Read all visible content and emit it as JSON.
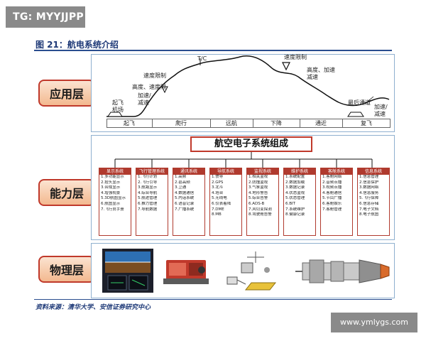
{
  "badge": "TG: MYYJJPP",
  "figure_title": "图 21：航电系统介绍",
  "layers": [
    "应用层",
    "能力层",
    "物理层"
  ],
  "flight_profile": {
    "phases": [
      "起飞",
      "爬行",
      "远航",
      "下降",
      "通近",
      "复飞"
    ],
    "annotations": {
      "takeoff_airport": "起飞\n机场",
      "speed_limit_left": "速度限制",
      "altitude_speed": "高度、速度限",
      "accel_left": "加速/\n减速",
      "tc": "T/C",
      "speed_limit_right": "速度限制",
      "altitude_accel": "高度、加速\n减速",
      "shortest_channel": "最后通道",
      "accel_right": "加速/\n减速"
    }
  },
  "root_box": "航空电子系统组成",
  "subsystems": [
    {
      "title": "显示系统",
      "items": [
        "1.多功能显示",
        "2.抬头显示",
        "3.合成显示",
        "4.增强视景",
        "5.3D航图显示",
        "6.航图显示",
        "7.飞行员手册"
      ]
    },
    {
      "title": "飞行管理系统",
      "items": [
        "1.飞行计划",
        "2.飞行引导",
        "3.航路显示",
        "4.综合导航",
        "5.航迹管理",
        "6.推力管理",
        "7.导航数据"
      ]
    },
    {
      "title": "通讯系统",
      "items": [
        "1.高频",
        "2.甚高频",
        "3.卫通",
        "4.数据通信",
        "5.内话系统",
        "6.语音记录",
        "7.广播系统"
      ]
    },
    {
      "title": "导航系统",
      "items": [
        "1.惯导",
        "2.GPS",
        "3.北斗",
        "4.塔台",
        "5.无线电",
        "6.仪表着陆",
        "7.DME",
        "8.MB"
      ]
    },
    {
      "title": "监视系统",
      "items": [
        "1.相关监视",
        "2.防撞监视",
        "3.气象监视",
        "4.地形警告",
        "5.综合告警",
        "6.ADS-B",
        "7.风切变探测",
        "8.驾驶舱告警"
      ]
    },
    {
      "title": "维护系统",
      "items": [
        "1.系统配置",
        "2.数据加载",
        "3.数据记录",
        "4.状态监视",
        "5.状态管理",
        "6.BIT",
        "7.系统维护",
        "8.健康记录"
      ]
    },
    {
      "title": "客舱系统",
      "items": [
        "1.客舱网络",
        "2.音频点播",
        "3.视频点播",
        "4.客舱通信",
        "5.节目广播",
        "6.客舱娱乐",
        "7.客舱管理"
      ]
    },
    {
      "title": "信息系统",
      "items": [
        "1.信息管理",
        "2.信息保护",
        "3.数据网络",
        "4.信息服务",
        "5.飞行保障",
        "6.信息存储",
        "7.电子文档",
        "8.电子航图"
      ]
    }
  ],
  "colors": {
    "accent_red": "#b03a2e",
    "panel_border": "#8fb0cf",
    "title_blue": "#1f3a78",
    "badge_gray": "#8a8a8a"
  },
  "footer": "资料来源：清华大学、安信证券研究中心",
  "watermark": "www.ymlygs.com"
}
